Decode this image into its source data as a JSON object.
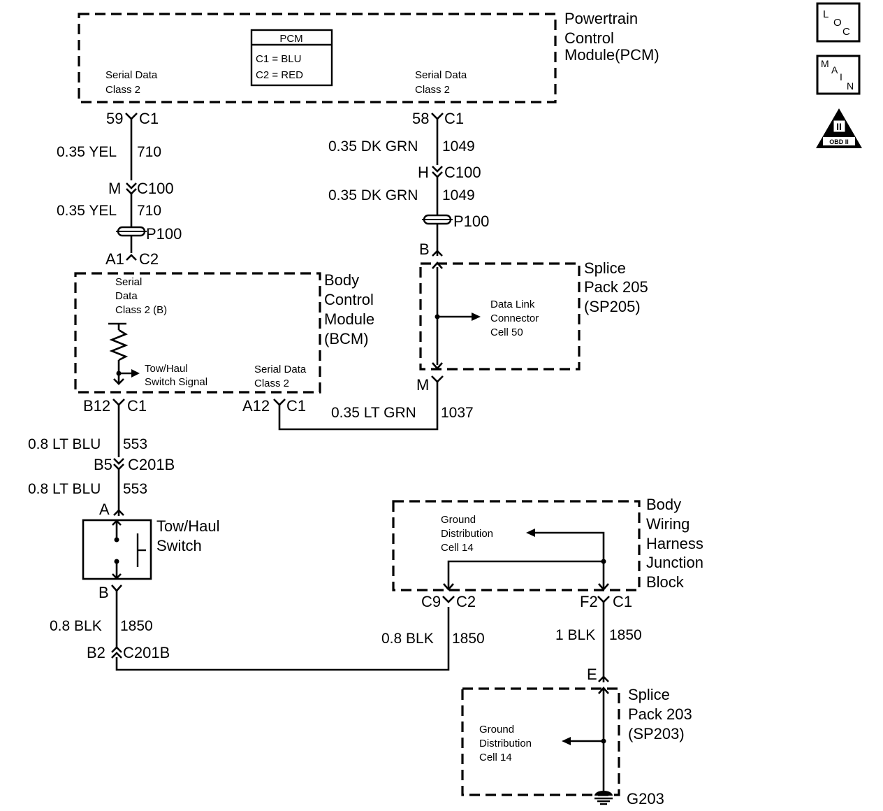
{
  "pcm": {
    "title_lines": [
      "Powertrain",
      "Control",
      "Module(PCM)"
    ],
    "header": "PCM",
    "c1": "C1 = BLU",
    "c2": "C2 = RED",
    "serial_left": [
      "Serial Data",
      "Class 2"
    ],
    "serial_right": [
      "Serial Data",
      "Class 2"
    ]
  },
  "icons": {
    "loc": [
      "L",
      "O",
      "C"
    ],
    "main": [
      "M",
      "A",
      "I",
      "N"
    ],
    "obd_numeral": "II",
    "obd_text": "OBD II"
  },
  "left_chain": {
    "pin_pcm": "59",
    "conn_pcm": "C1",
    "wire1_gauge": "0.35 YEL",
    "wire1_circuit": "710",
    "c100_pin": "M",
    "c100": "C100",
    "wire2_gauge": "0.35 YEL",
    "wire2_circuit": "710",
    "p100": "P100",
    "bcm_pin": "A1",
    "bcm_conn": "C2"
  },
  "right_chain": {
    "pin_pcm": "58",
    "conn_pcm": "C1",
    "wire1_gauge": "0.35 DK GRN",
    "wire1_circuit": "1049",
    "c100_pin": "H",
    "c100": "C100",
    "wire2_gauge": "0.35 DK GRN",
    "wire2_circuit": "1049",
    "p100": "P100",
    "sp205_pin_top": "B",
    "sp205_pin_bottom": "M",
    "wire3_gauge": "0.35 LT GRN",
    "wire3_circuit": "1037"
  },
  "bcm": {
    "title_lines": [
      "Body",
      "Control",
      "Module",
      "(BCM)"
    ],
    "serial_b_lines": [
      "Serial",
      "Data",
      "Class 2 (B)"
    ],
    "towhaul_signal_lines": [
      "Tow/Haul",
      "Switch Signal"
    ],
    "serial_lines": [
      "Serial Data",
      "Class 2"
    ],
    "pin_b12": "B12",
    "pin_b12_conn": "C1",
    "pin_a12": "A12",
    "pin_a12_conn": "C1"
  },
  "sp205": {
    "title_lines": [
      "Splice",
      "Pack 205",
      "(SP205)"
    ],
    "dlc_lines": [
      "Data Link",
      "Connector",
      "Cell 50"
    ]
  },
  "switch_chain": {
    "wire1_gauge": "0.8 LT BLU",
    "wire1_circuit": "553",
    "c201b_pin": "B5",
    "c201b": "C201B",
    "wire2_gauge": "0.8 LT BLU",
    "wire2_circuit": "553",
    "switch_pin_a": "A",
    "switch_title_lines": [
      "Tow/Haul",
      "Switch"
    ],
    "switch_pin_b": "B",
    "wire3_gauge": "0.8 BLK",
    "wire3_circuit": "1850",
    "c201b2_pin": "B2",
    "c201b2": "C201B"
  },
  "bwhjb": {
    "title_lines": [
      "Body",
      "Wiring",
      "Harness",
      "Junction",
      "Block"
    ],
    "ground_lines": [
      "Ground",
      "Distribution",
      "Cell 14"
    ],
    "pin_c9": "C9",
    "pin_c9_conn": "C2",
    "pin_f2": "F2",
    "pin_f2_conn": "C1",
    "wire_c9_gauge": "0.8 BLK",
    "wire_c9_circuit": "1850",
    "wire_f2_gauge": "1 BLK",
    "wire_f2_circuit": "1850"
  },
  "sp203": {
    "pin_e": "E",
    "title_lines": [
      "Splice",
      "Pack 203",
      "(SP203)"
    ],
    "ground_lines": [
      "Ground",
      "Distribution",
      "Cell 14"
    ],
    "ground_label": "G203"
  }
}
